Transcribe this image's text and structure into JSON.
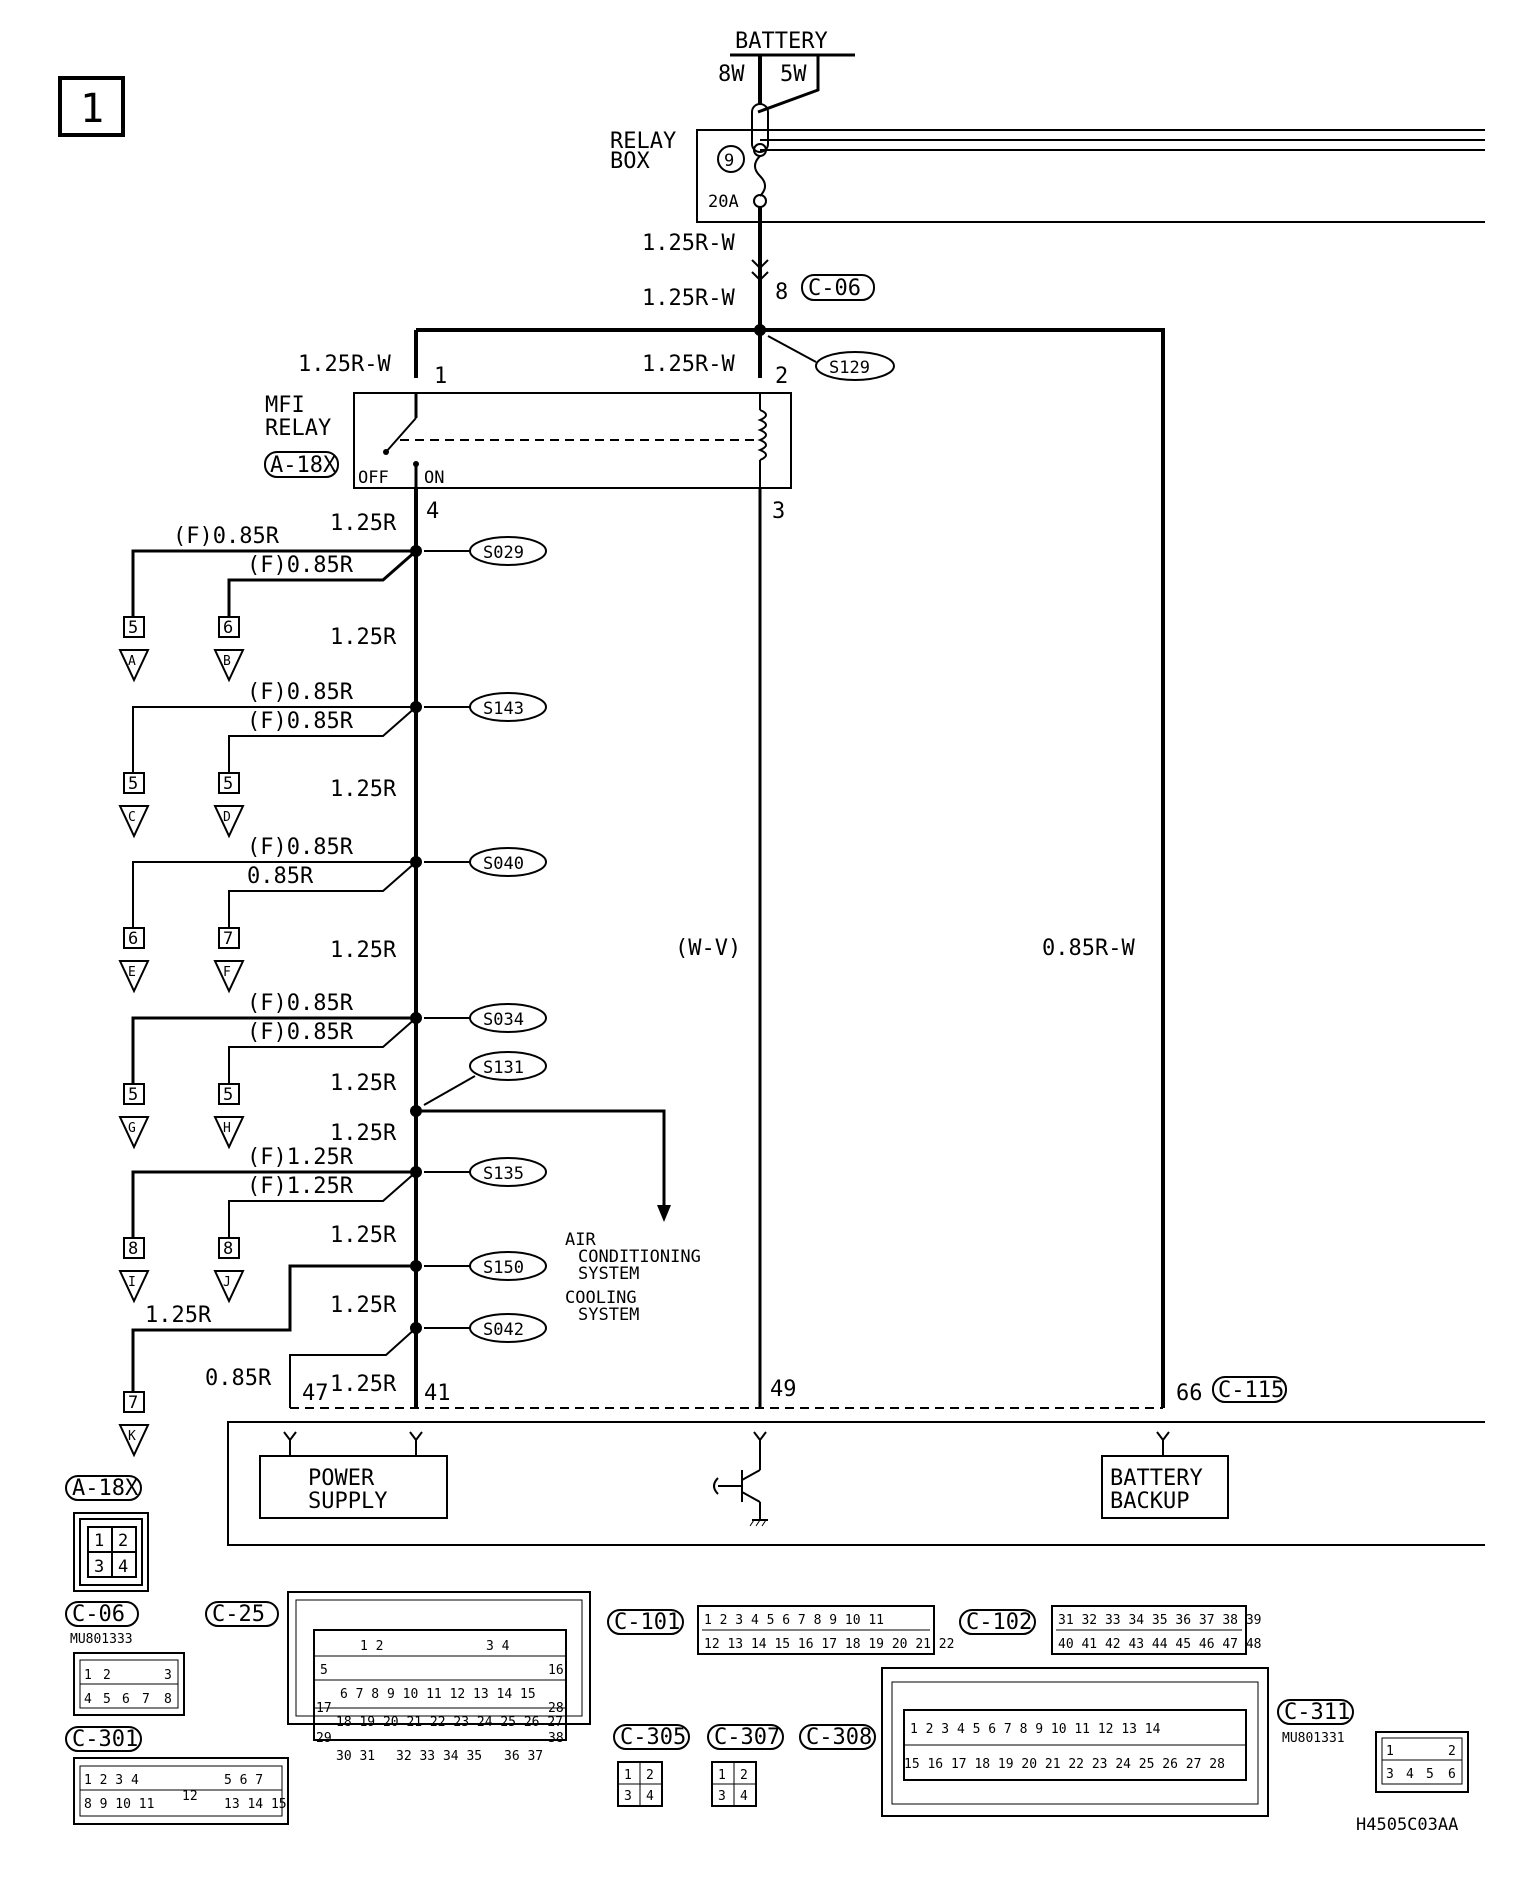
{
  "page_number": "1",
  "drawing_code": "H4505C03AA",
  "battery": {
    "label": "BATTERY",
    "wire_a": "8W",
    "wire_b": "5W"
  },
  "relay_box": {
    "label_l1": "RELAY",
    "label_l2": "BOX",
    "fuse_no": "9",
    "fuse_rating": "20A"
  },
  "wires": {
    "w_125rw": "1.25R-W",
    "w_125r": "1.25R",
    "w_f085r": "(F)0.85R",
    "w_085r": "0.85R",
    "w_f125r": "(F)1.25R",
    "w_wv": "(W-V)",
    "w_085rw": "0.85R-W"
  },
  "mfi_relay": {
    "label_l1": "MFI",
    "label_l2": "RELAY",
    "connector": "A-18X",
    "off": "OFF",
    "on": "ON",
    "pin1": "1",
    "pin2": "2",
    "pin3": "3",
    "pin4": "4"
  },
  "connectors": {
    "c06": "C-06",
    "c06_pin": "8",
    "c115": "C-115",
    "ecu_pin_47": "47",
    "ecu_pin_41": "41",
    "ecu_pin_49": "49",
    "ecu_pin_66": "66"
  },
  "splices": [
    "S129",
    "S029",
    "S143",
    "S040",
    "S034",
    "S131",
    "S135",
    "S150",
    "S042"
  ],
  "branches": [
    {
      "pin": "5",
      "dest": "A"
    },
    {
      "pin": "6",
      "dest": "B"
    },
    {
      "pin": "5",
      "dest": "C"
    },
    {
      "pin": "5",
      "dest": "D"
    },
    {
      "pin": "6",
      "dest": "E"
    },
    {
      "pin": "7",
      "dest": "F"
    },
    {
      "pin": "5",
      "dest": "G"
    },
    {
      "pin": "5",
      "dest": "H"
    },
    {
      "pin": "8",
      "dest": "I"
    },
    {
      "pin": "8",
      "dest": "J"
    },
    {
      "pin": "7",
      "dest": "K"
    }
  ],
  "ac_note": {
    "l1": "AIR",
    "l2": "CONDITIONING",
    "l3": "SYSTEM",
    "l4": "COOLING",
    "l5": "SYSTEM"
  },
  "ecu_blocks": {
    "power_l1": "POWER",
    "power_l2": "SUPPLY",
    "backup_l1": "BATTERY",
    "backup_l2": "BACKUP"
  },
  "legend": {
    "a18x": "A-18X",
    "c06": "C-06",
    "c06_part": "MU801333",
    "c301": "C-301",
    "c25": "C-25",
    "c101": "C-101",
    "c102": "C-102",
    "c305": "C-305",
    "c307": "C-307",
    "c308": "C-308",
    "c311": "C-311",
    "c311_part": "MU801331"
  }
}
